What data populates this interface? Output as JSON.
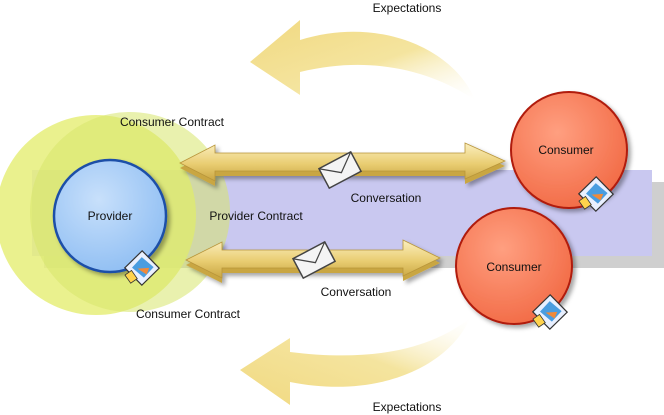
{
  "labels": {
    "expectations_top": "Expectations",
    "expectations_bottom": "Expectations",
    "consumer_contract_top": "Consumer Contract",
    "consumer_contract_bottom": "Consumer Contract",
    "provider_contract": "Provider Contract",
    "conversation_top": "Conversation",
    "conversation_bottom": "Conversation"
  },
  "nodes": {
    "provider": "Provider",
    "consumer_top": "Consumer",
    "consumer_bottom": "Consumer"
  },
  "colors": {
    "provider_fill": "#9cc6f5",
    "provider_stroke": "#1f4fa8",
    "consumer_fill": "#f87b55",
    "consumer_stroke": "#b01a0a",
    "halo_outer": "#e6ef7a",
    "halo_inner": "#d2e26a",
    "band": "#c9c8f0",
    "arrow_fill": "#f1dc88",
    "arrow_edge": "#c9a642",
    "curve_arrow": "#f6e7a6"
  },
  "icons": [
    "envelope-icon",
    "contract-icon"
  ]
}
